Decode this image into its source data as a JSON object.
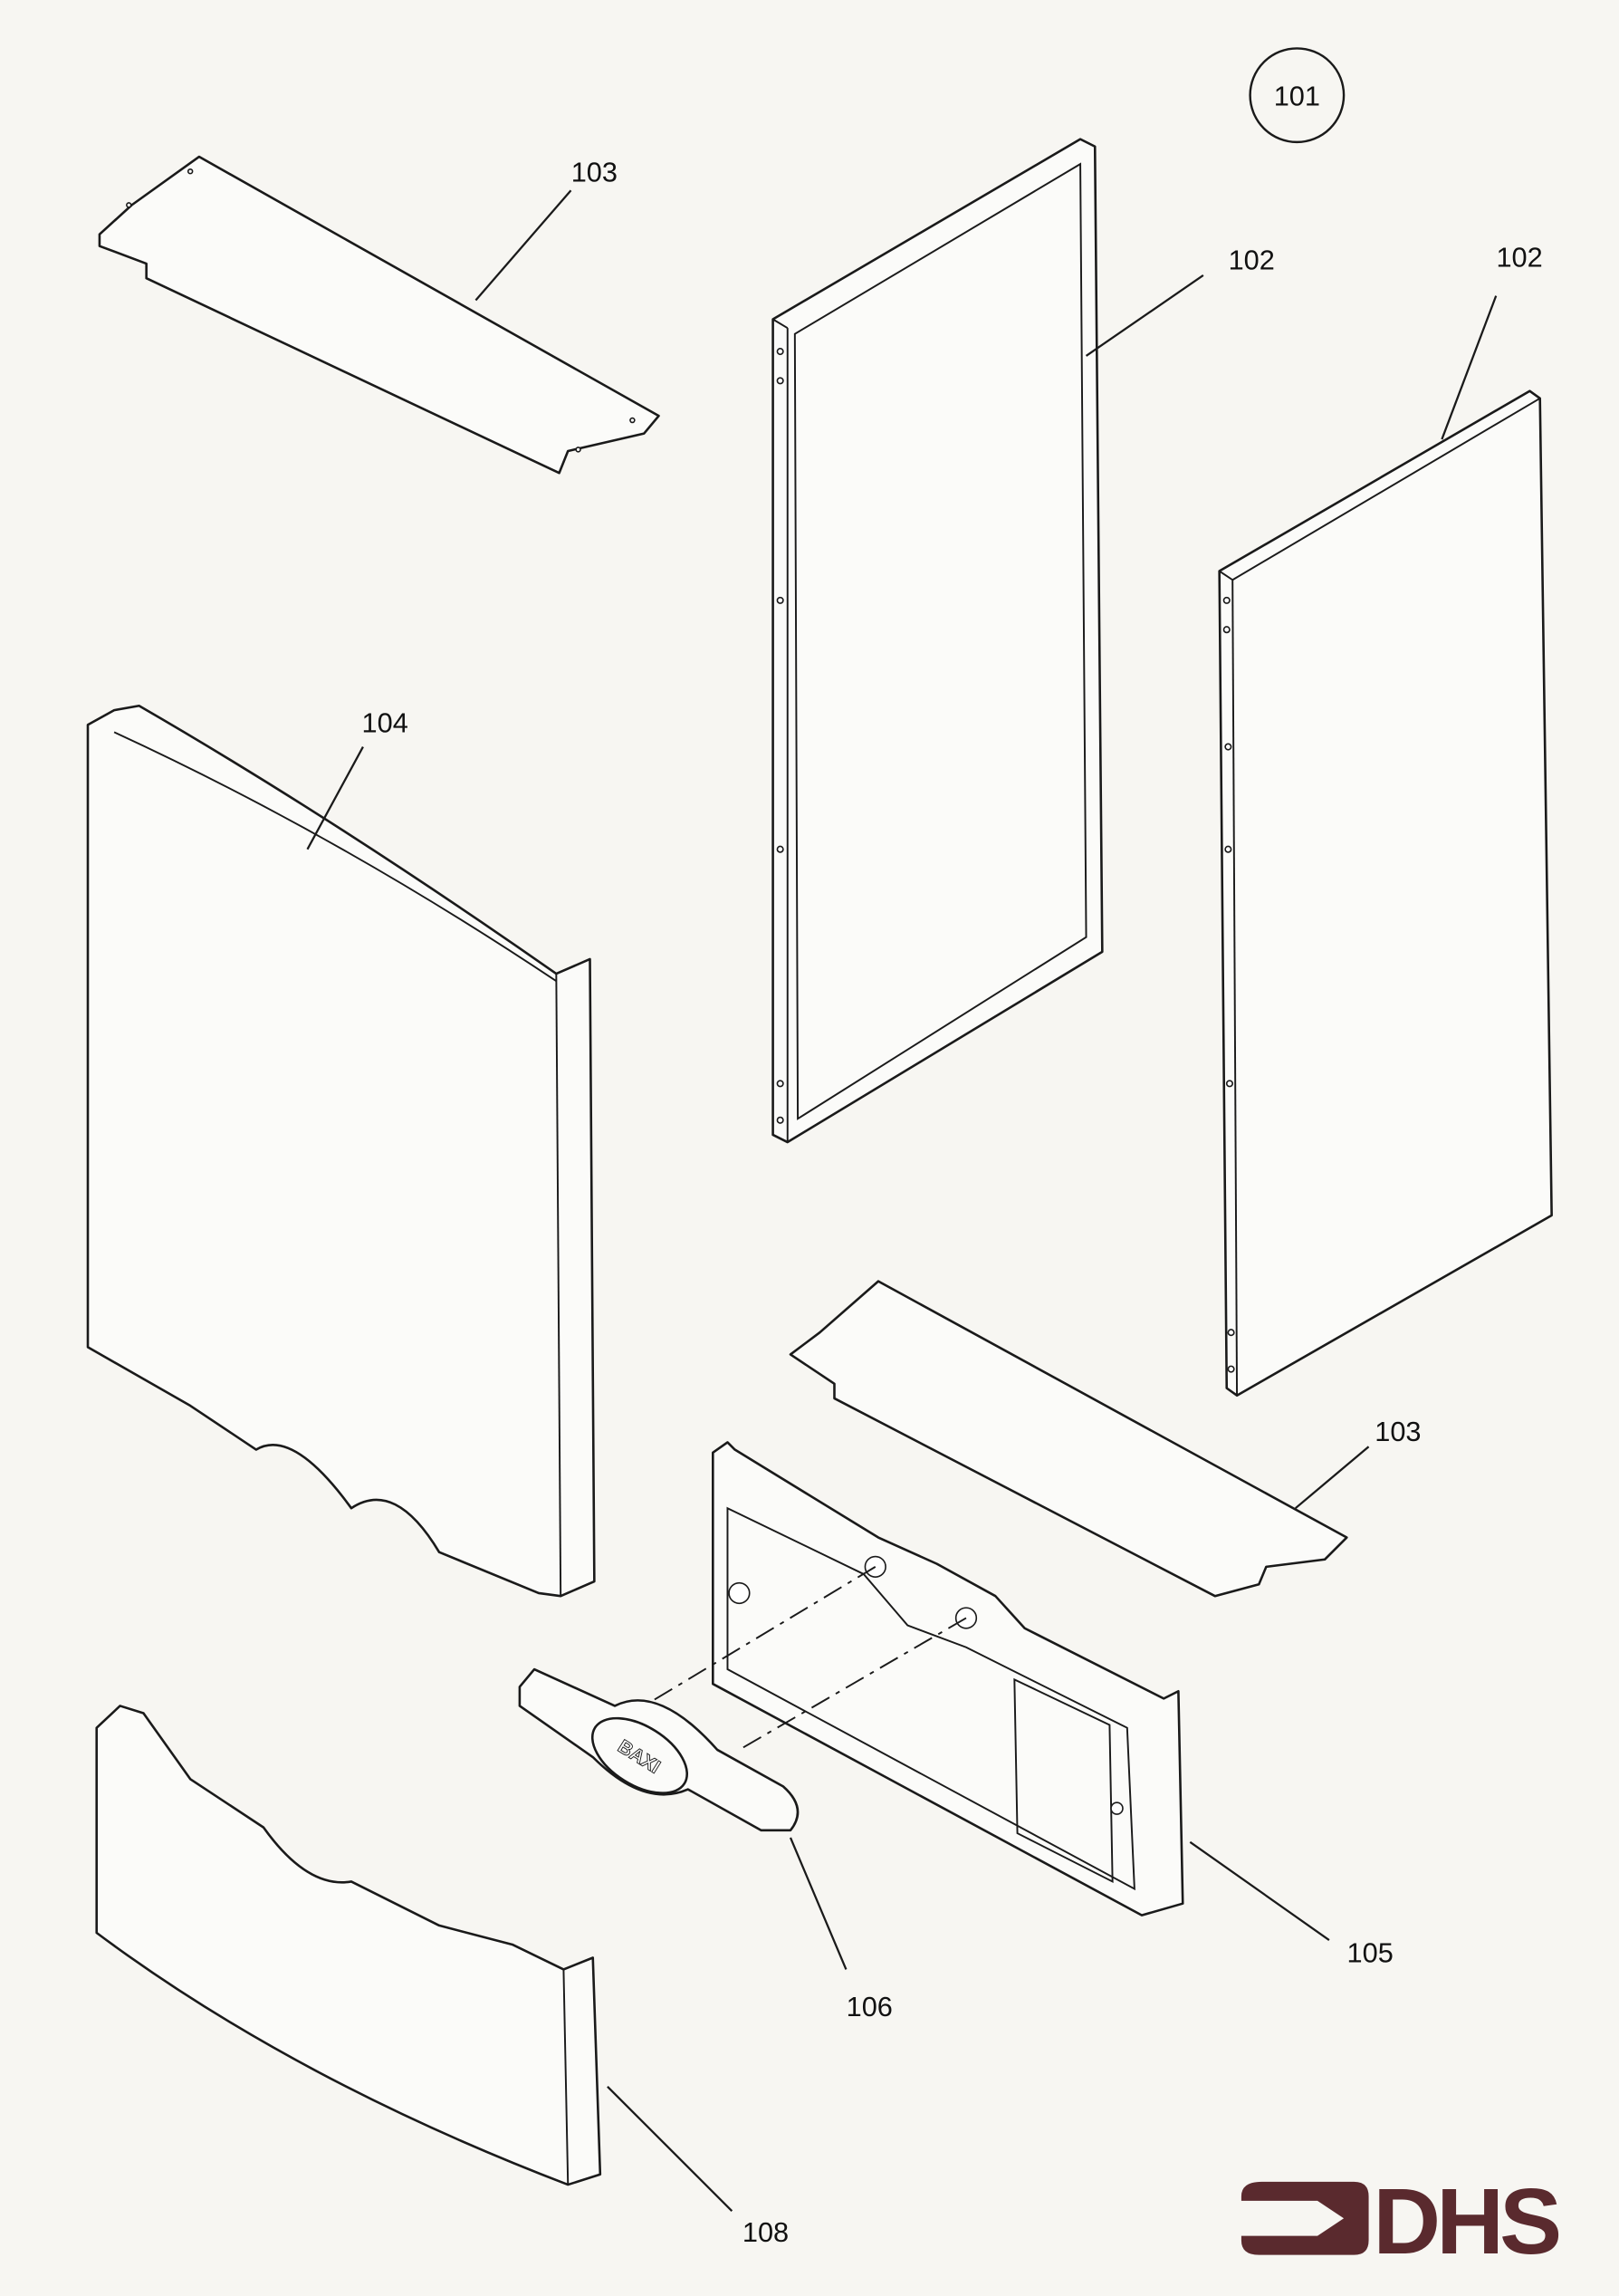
{
  "diagram": {
    "assembly_ref": "101",
    "callouts": {
      "side_panel_frame": "102",
      "side_panel": "102",
      "top_panel": "103",
      "bottom_panel": "103",
      "front_case": "104",
      "control_fascia": "105",
      "badge": "106",
      "lower_door": "108"
    },
    "badge_text": "BAXI"
  },
  "logo": {
    "text": "DHS",
    "color": "#5a2a2e"
  }
}
